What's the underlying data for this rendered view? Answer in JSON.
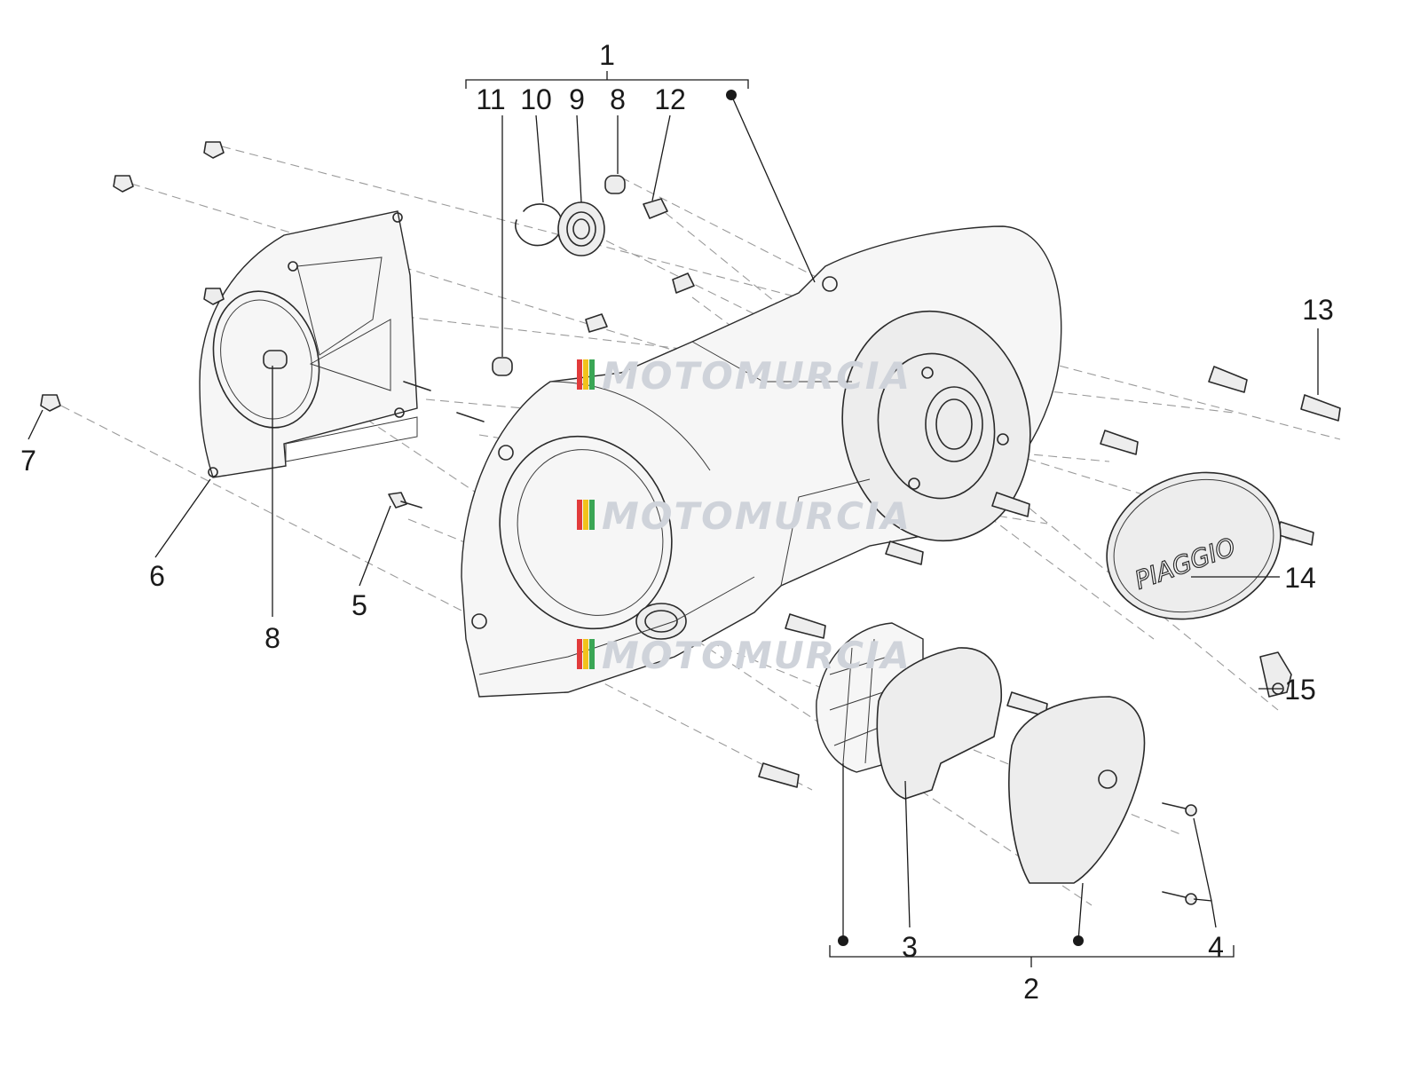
{
  "callouts": {
    "c1": "1",
    "c2": "2",
    "c3": "3",
    "c4": "4",
    "c5": "5",
    "c6": "6",
    "c7": "7",
    "c8a": "8",
    "c8b": "8",
    "c9": "9",
    "c10": "10",
    "c11": "11",
    "c12": "12",
    "c13": "13",
    "c14": "14",
    "c15": "15"
  },
  "watermark": {
    "text": "MOTOMURCIA",
    "stripe_colors": [
      "#e23b3b",
      "#f2c21b",
      "#3aa655"
    ]
  },
  "cap_brand": "PIAGGIO"
}
